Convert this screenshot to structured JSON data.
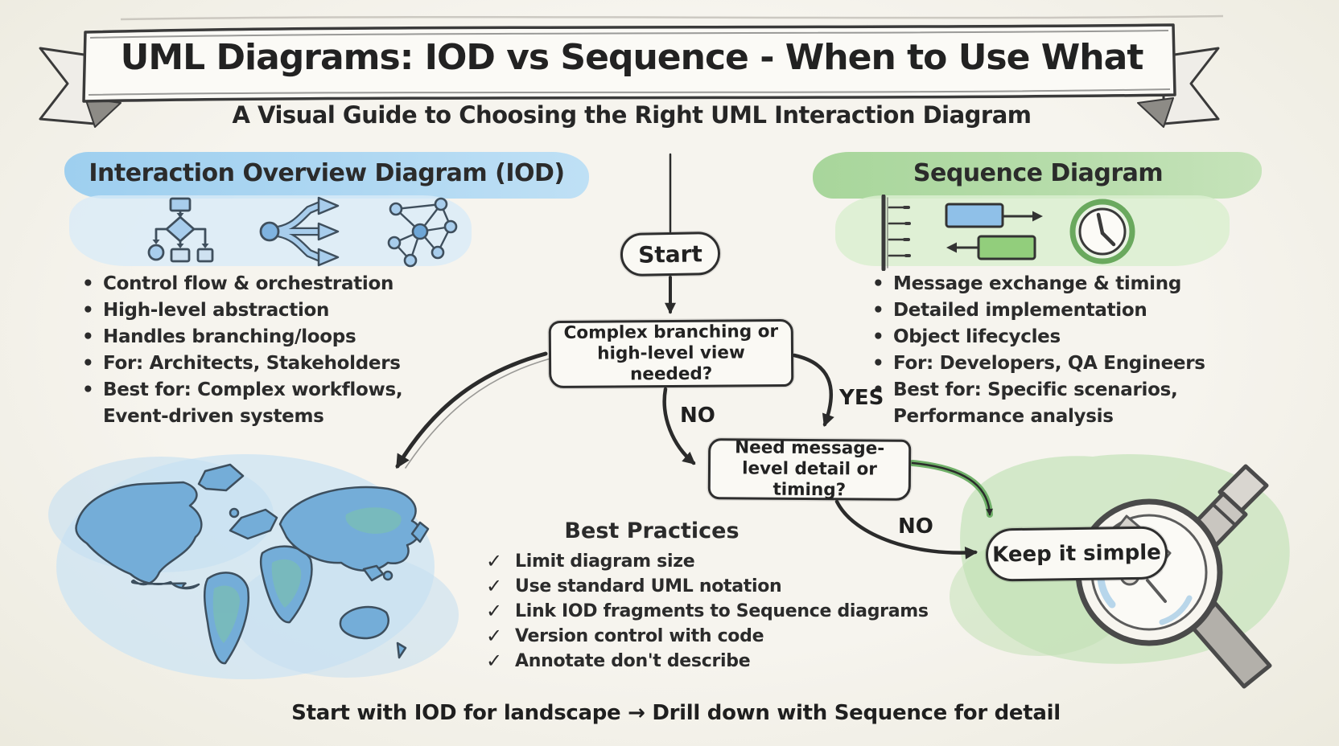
{
  "banner": {
    "title": "UML Diagrams: IOD vs Sequence - When to Use What",
    "subtitle": "A Visual Guide to Choosing the Right UML Interaction Diagram"
  },
  "iod_section": {
    "title": "Interaction Overview Diagram (IOD)",
    "icons": [
      "flowchart-icon",
      "fork-arrows-icon",
      "network-graph-icon"
    ],
    "bullet_glyph": "•",
    "bullets": [
      "Control flow & orchestration",
      "High-level abstraction",
      "Handles branching/loops",
      "For: Architects, Stakeholders",
      "Best for: Complex workflows, Event-driven systems"
    ]
  },
  "sequence_section": {
    "title": "Sequence Diagram",
    "icons": [
      "lifeline-icon",
      "message-exchange-icon",
      "clock-icon"
    ],
    "bullet_glyph": "•",
    "bullets": [
      "Message exchange & timing",
      "Detailed implementation",
      "Object lifecycles",
      "For: Developers, QA Engineers",
      "Best for: Specific scenarios, Performance analysis"
    ]
  },
  "flowchart": {
    "start_label": "Start",
    "decision1_label": "Complex branching or high-level view needed?",
    "decision2_label": "Need message-level detail or timing?",
    "yes_label": "YES",
    "no_label_1": "NO",
    "no_label_2": "NO",
    "terminal_label": "Keep it simple"
  },
  "best_practices": {
    "title": "Best Practices",
    "check_glyph": "✓",
    "items": [
      "Limit diagram size",
      "Use standard UML notation",
      "Link IOD fragments to Sequence diagrams",
      "Version control with code",
      "Annotate don't describe"
    ]
  },
  "footer": {
    "text": "Start with IOD for landscape → Drill down with Sequence for detail"
  },
  "colors": {
    "background": "#f4f2ec",
    "ink": "#2b2b2b",
    "iod_accent": "#a5d3f0",
    "sequence_accent": "#b4dcab",
    "map_blue": "#74add8",
    "map_teal": "#7cc4a8",
    "arrow_green": "#6fb068"
  }
}
